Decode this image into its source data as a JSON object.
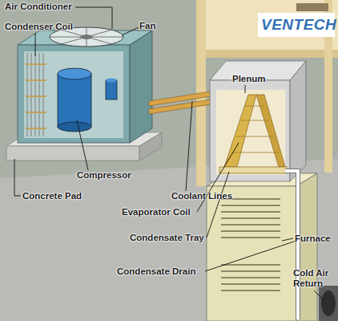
{
  "diagram": {
    "labels": [
      "Air Conditioner",
      "Condenser Coil",
      "Fan",
      "Compressor",
      "Concrete Pad",
      "Coolant Lines",
      "Plenum",
      "Evaporator Coil",
      "Condensate Tray",
      "Condensate Drain",
      "Furnace",
      "Cold Air Return",
      "VENTECH"
    ]
  }
}
